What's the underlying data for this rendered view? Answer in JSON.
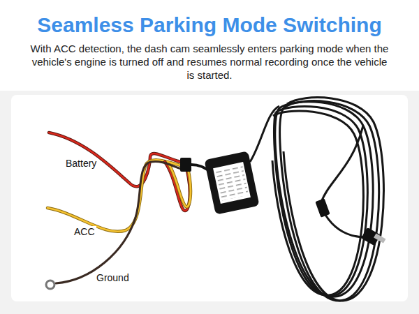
{
  "diagram": {
    "title": "Seamless Parking Mode Switching",
    "caption": "With ACC detection, the dash cam seamlessly enters parking mode when the vehicle's engine is turned off and resumes normal recording once the vehicle is started.",
    "labels": [
      "Battery",
      "ACC",
      "Ground"
    ]
  }
}
